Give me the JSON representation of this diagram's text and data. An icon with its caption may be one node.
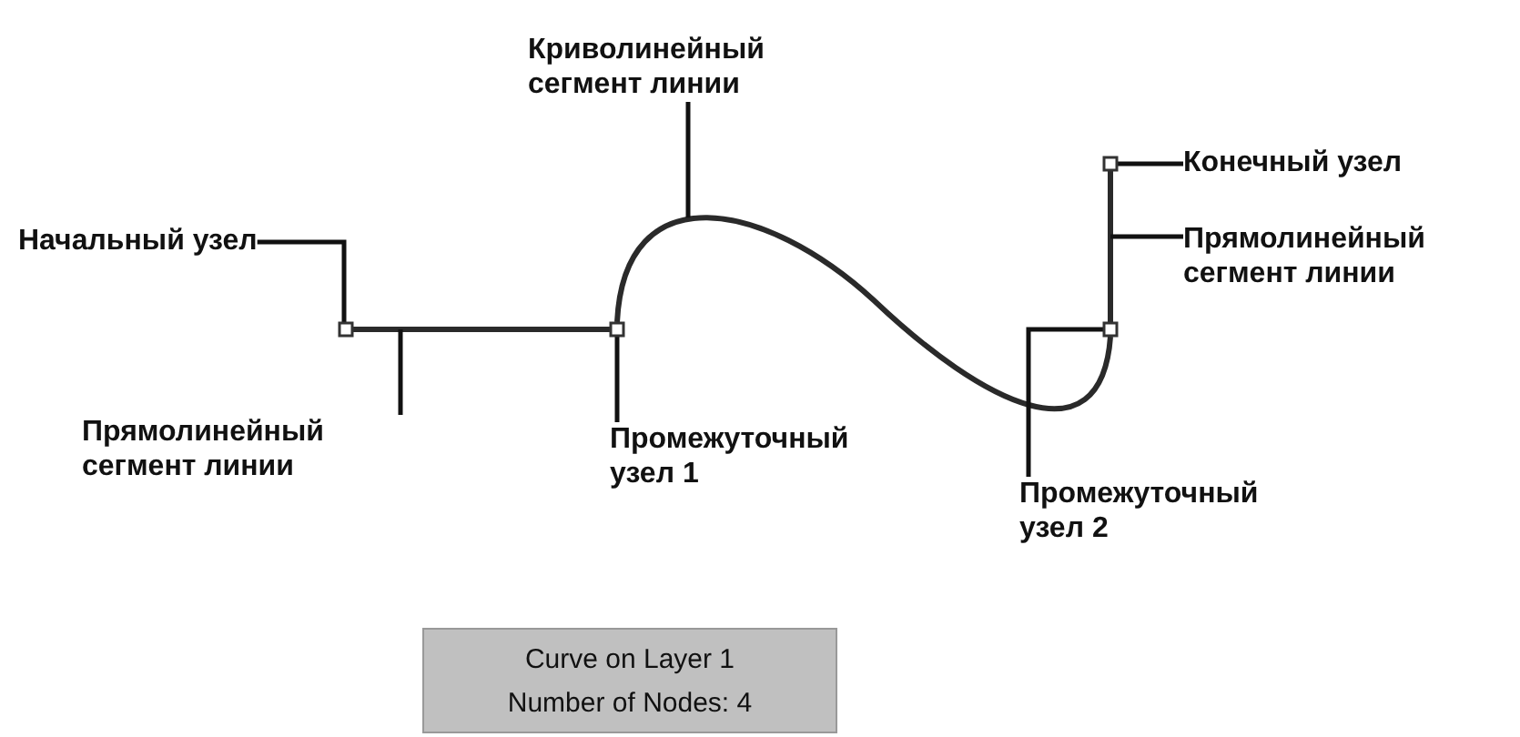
{
  "diagram": {
    "nodes": [
      {
        "text": [
          "Криволинейный сегмент линии"
        ]
      },
      {
        "text": [
          "Начальный узел"
        ]
      },
      {
        "text": [
          "Конечный узел"
        ]
      },
      {
        "text": [
          "Прямолинейный сегмент линии"
        ]
      },
      {
        "text": [
          "Прямолинейный сегмент линии"
        ]
      },
      {
        "text": [
          "Промежуточный узел 1"
        ]
      },
      {
        "text": [
          "Промежуточный узел 2"
        ]
      },
      {
        "text": [
          "Curve on Layer 1",
          "Number of Nodes: 4"
        ]
      },
      {
        "text": [],
        "shape": "box"
      },
      {
        "text": [],
        "shape": "line"
      },
      {
        "text": [],
        "shape": "box"
      },
      {
        "text": [],
        "shape": "line"
      },
      {
        "text": [],
        "shape": "box"
      },
      {
        "text": [],
        "shape": "line"
      },
      {
        "text": [],
        "shape": "box"
      }
    ],
    "edges": [
      {
        "from": 1,
        "to": 8,
        "arrow": "none"
      },
      {
        "from": 4,
        "to": 9,
        "arrow": "none"
      },
      {
        "from": 5,
        "to": 10,
        "arrow": "none"
      },
      {
        "from": 0,
        "to": 11,
        "arrow": "none"
      },
      {
        "from": 6,
        "to": 12,
        "arrow": "none"
      },
      {
        "from": 3,
        "to": 13,
        "arrow": "none"
      },
      {
        "from": 2,
        "to": 14,
        "arrow": "none"
      }
    ]
  }
}
